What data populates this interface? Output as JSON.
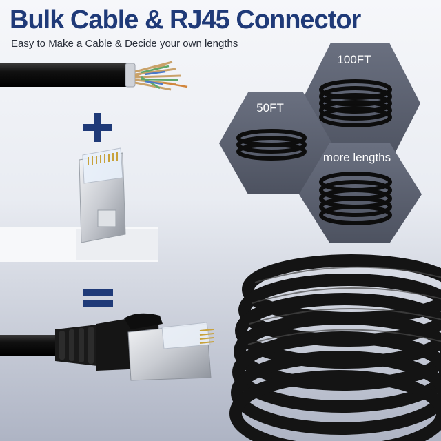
{
  "header": {
    "title": "Bulk Cable & RJ45 Connector",
    "subtitle": "Easy to Make a Cable & Decide your own lengths"
  },
  "length_options": [
    {
      "label": "100FT"
    },
    {
      "label": "50FT"
    },
    {
      "label": "more lengths"
    }
  ],
  "colors": {
    "title": "#1f3a78",
    "hex_panel": "#5b6170",
    "cable": "#141414"
  }
}
